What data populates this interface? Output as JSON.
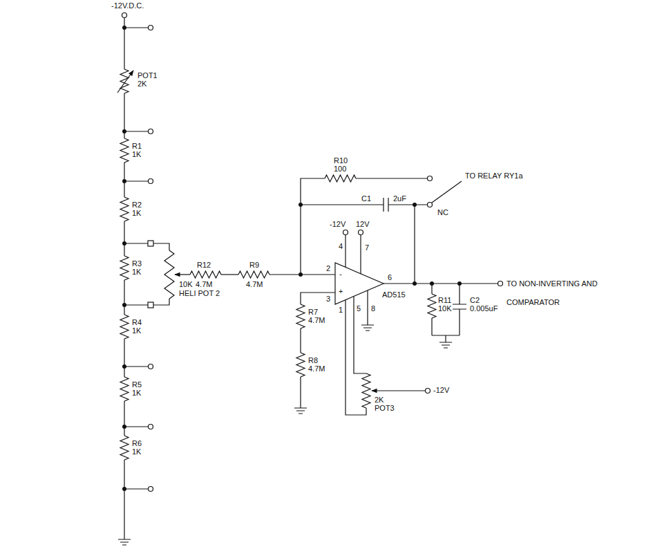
{
  "diagram": {
    "labels": [
      "-12V.D.C.",
      "POT1",
      "2K",
      "R1",
      "1K",
      "R2",
      "1K",
      "R3",
      "1K",
      "R4",
      "1K",
      "R5",
      "1K",
      "R6",
      "1K",
      "10K",
      "HELI POT 2",
      "R12",
      "4.7M",
      "R9",
      "4.7M",
      "R10",
      "100",
      "TO RELAY RY1a",
      "C1",
      "2uF",
      "NC",
      "-12V",
      "12V",
      "4",
      "7",
      "2",
      "3",
      "-",
      "+",
      "AD515",
      "6",
      "1",
      "5",
      "8",
      "R7",
      "4.7M",
      "R8",
      "4.7M",
      "2K",
      "POT3",
      "-12V",
      "R11",
      "10K",
      "C2",
      "0.005uF",
      "TO NON-INVERTING AND",
      "COMPARATOR"
    ]
  }
}
